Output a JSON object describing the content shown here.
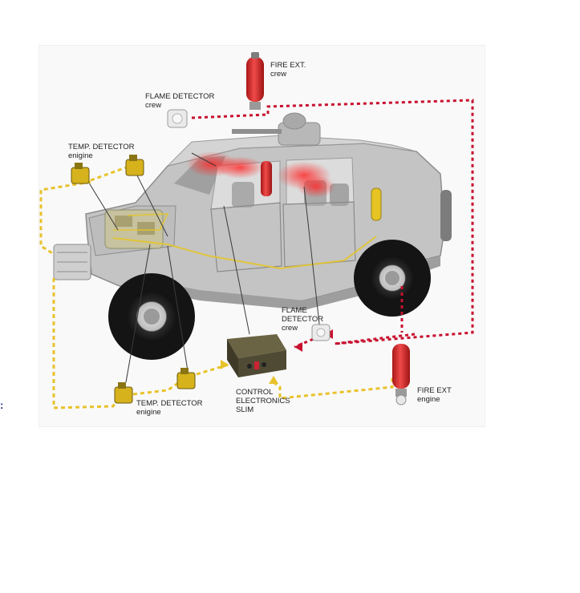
{
  "stray_mark": ":",
  "labels": {
    "fire_ext_crew": {
      "title": "FIRE EXT.",
      "sub": "crew"
    },
    "flame_detector_crew": {
      "title": "FLAME DETECTOR",
      "sub": "crew"
    },
    "temp_detector_top": {
      "title": "TEMP. DETECTOR",
      "sub": "enigine"
    },
    "temp_detector_bottom": {
      "title": "TEMP. DETECTOR",
      "sub": "enigine"
    },
    "flame_detector_lower": {
      "title": "FLAME",
      "line2": "DETECTOR",
      "sub": "crew"
    },
    "control_electronics": {
      "line1": "CONTROL",
      "line2": "ELECTRONICS",
      "line3": "SLIM"
    },
    "fire_ext_engine": {
      "title": "FIRE EXT",
      "sub": "engine"
    }
  },
  "colors": {
    "crew_line": "#c8102e",
    "engine_line": "#e8c22a",
    "vehicle_body": "#b9b9b9",
    "extinguisher": "#d92b2b",
    "detector_yellow": "#d8b21e",
    "control_box": "#4f4a33"
  }
}
